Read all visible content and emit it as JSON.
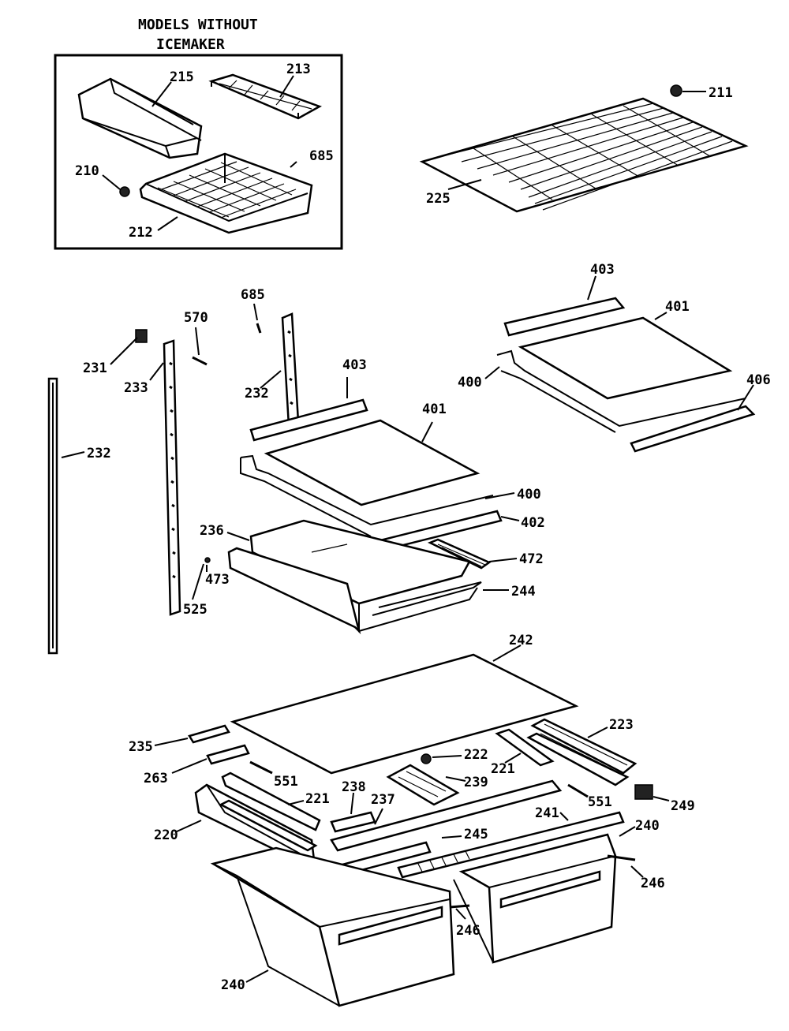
{
  "inset": {
    "title_line1": "MODELS WITHOUT",
    "title_line2": "ICEMAKER"
  },
  "callouts": {
    "c215": "215",
    "c213": "213",
    "c685a": "685",
    "c210": "210",
    "c212": "212",
    "c211": "211",
    "c225": "225",
    "c403a": "403",
    "c401a": "401",
    "c400a": "400",
    "c406": "406",
    "c685b": "685",
    "c570": "570",
    "c231": "231",
    "c233": "233",
    "c232a": "232",
    "c232b": "232",
    "c403b": "403",
    "c401b": "401",
    "c400b": "400",
    "c402": "402",
    "c236": "236",
    "c472": "472",
    "c473": "473",
    "c525": "525",
    "c244": "244",
    "c242": "242",
    "c223": "223",
    "c235": "235",
    "c222": "222",
    "c221a": "221",
    "c263": "263",
    "c551a": "551",
    "c239": "239",
    "c238": "238",
    "c237": "237",
    "c221b": "221",
    "c551b": "551",
    "c249": "249",
    "c241": "241",
    "c220": "220",
    "c245": "245",
    "c240a": "240",
    "c246a": "246",
    "c246b": "246",
    "c240b": "240"
  }
}
